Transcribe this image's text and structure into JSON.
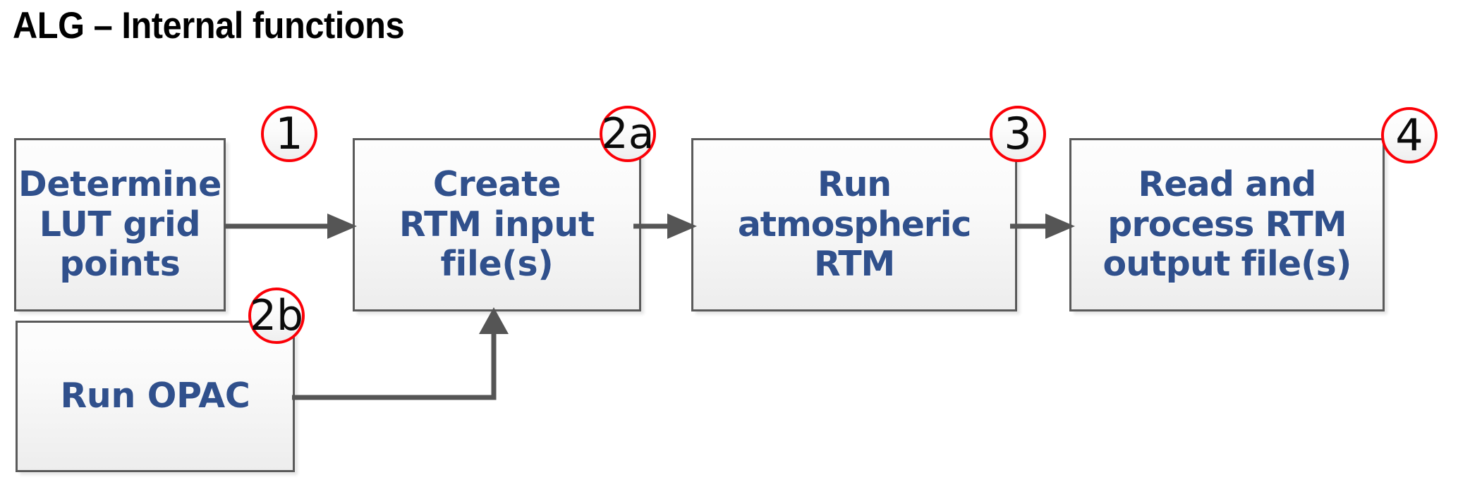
{
  "title": "ALG – Internal functions",
  "theme": {
    "box_text_color": "#30508c",
    "box_border_color": "#5a5a5a",
    "badge_ring_color": "#fb0007",
    "badge_text_color": "#0a0a0a",
    "connector_color": "#555555",
    "background": "#ffffff"
  },
  "diagram": {
    "type": "flow",
    "boxes": [
      {
        "id": "determine",
        "label": "Determine\nLUT grid\npoints",
        "badge": "1"
      },
      {
        "id": "create",
        "label": "Create\nRTM input\nfile(s)",
        "badge": "2a"
      },
      {
        "id": "runrtm",
        "label": "Run\natmospheric\nRTM",
        "badge": "3"
      },
      {
        "id": "readproc",
        "label": "Read and\nprocess RTM\noutput file(s)",
        "badge": "4"
      },
      {
        "id": "opac",
        "label": "Run OPAC",
        "badge": "2b"
      }
    ],
    "connectors": [
      {
        "from": "determine",
        "to": "create",
        "style": "straight-arrow",
        "direction": "right"
      },
      {
        "from": "create",
        "to": "runrtm",
        "style": "straight-arrow",
        "direction": "right"
      },
      {
        "from": "runrtm",
        "to": "readproc",
        "style": "straight-arrow",
        "direction": "right"
      },
      {
        "from": "opac",
        "to": "create",
        "style": "elbow-arrow",
        "direction": "up"
      }
    ]
  },
  "badges": {
    "b1": "1",
    "b2a": "2a",
    "b3": "3",
    "b4": "4",
    "b2b": "2b"
  },
  "boxes": {
    "determine": "Determine\nLUT grid\npoints",
    "create": "Create\nRTM input\nfile(s)",
    "runrtm": "Run\natmospheric\nRTM",
    "readproc": "Read and\nprocess RTM\noutput file(s)",
    "opac": "Run OPAC"
  }
}
